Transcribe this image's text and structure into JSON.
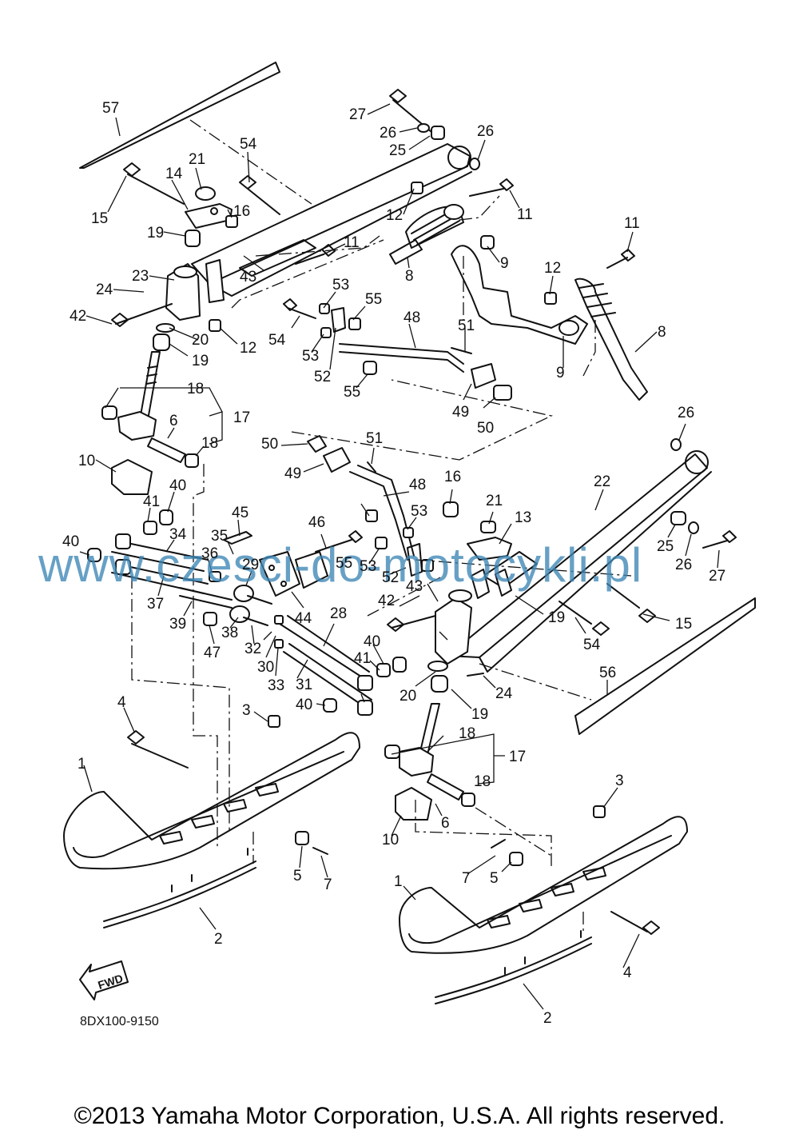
{
  "diagram_code": "8DX100-9150",
  "fwd_label": "FWD",
  "watermark": "www.czesci-do-motocykli.pl",
  "copyright": "©2013 Yamaha Motor Corporation, U.S.A. All rights reserved.",
  "callouts": {
    "c57": "57",
    "c54a": "54",
    "c21a": "21",
    "c14": "14",
    "c15a": "15",
    "c16a": "16",
    "c19a": "19",
    "c23": "23",
    "c24a": "24",
    "c42a": "42",
    "c43a": "43",
    "c20a": "20",
    "c19b": "19",
    "c12a": "12",
    "c27a": "27",
    "c26a": "26",
    "c25a": "25",
    "c26b": "26",
    "c11a": "11",
    "c12b": "12",
    "c9a": "9",
    "c8a": "8",
    "c11b": "11",
    "c53a": "53",
    "c55a": "55",
    "c54b": "54",
    "c53b": "53",
    "c52a": "52",
    "c55b": "55",
    "c48a": "48",
    "c51a": "51",
    "c49a": "49",
    "c50a": "50",
    "c11c": "11",
    "c12c": "12",
    "c8b": "8",
    "c9b": "9",
    "c18a": "18",
    "c17a": "17",
    "c6a": "6",
    "c18b": "18",
    "c10a": "10",
    "c40a": "40",
    "c41a": "41",
    "c34": "34",
    "c40b": "40",
    "c37": "37",
    "c39": "39",
    "c45": "45",
    "c35": "35",
    "c36": "36",
    "c29": "29",
    "c46": "46",
    "c55c": "55",
    "c53c": "53",
    "c52b": "52",
    "c44": "44",
    "c28": "28",
    "c38": "38",
    "c32": "32",
    "c47": "47",
    "c30": "30",
    "c33": "33",
    "c31": "31",
    "c40c": "40",
    "c41b": "41",
    "c40d": "40",
    "c50b": "50",
    "c49b": "49",
    "c51b": "51",
    "c48b": "48",
    "c16b": "16",
    "c53d": "53",
    "c21b": "21",
    "c13": "13",
    "c22": "22",
    "c26c": "26",
    "c25b": "25",
    "c26d": "26",
    "c27b": "27",
    "c43b": "43",
    "c42b": "42",
    "c19c": "19",
    "c54c": "54",
    "c15b": "15",
    "c56": "56",
    "c20b": "20",
    "c24b": "24",
    "c19d": "19",
    "c4a": "4",
    "c3a": "3",
    "c1a": "1",
    "c5a": "5",
    "c7a": "7",
    "c2a": "2",
    "c18c": "18",
    "c17b": "17",
    "c18d": "18",
    "c6b": "6",
    "c10b": "10",
    "c3b": "3",
    "c7b": "7",
    "c5b": "5",
    "c1b": "1",
    "c4b": "4",
    "c2b": "2"
  }
}
